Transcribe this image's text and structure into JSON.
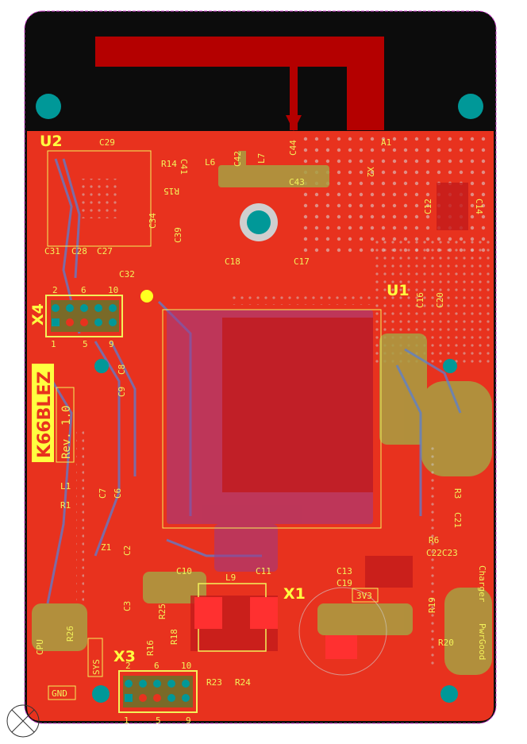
{
  "board": {
    "name": "K66BLEZ",
    "revision": "Rev. 1.0",
    "colors": {
      "background": "#ffffff",
      "board_red": "#e8321e",
      "dark_red": "#b00000",
      "black_band": "#0c0c0c",
      "trace_olive": "#a8a042",
      "trace_blue": "#5a7fd2",
      "mount_hole": "#009898",
      "silk_yellow": "#f2f25a",
      "outline_magenta": "#d040d0"
    }
  },
  "labels": {
    "u1": "U1",
    "u2": "U2",
    "x1": "X1",
    "x3": "X3",
    "x4": "X4",
    "a1": "A1",
    "z1": "Z1",
    "l1": "L1",
    "l6": "L6",
    "l7": "L7",
    "l9": "L9",
    "r1": "R1",
    "r3": "R3",
    "r6": "R6",
    "r14": "R14",
    "r15": "R15",
    "r16": "R16",
    "r18": "R18",
    "r19": "R19",
    "r20": "R20",
    "r23": "R23",
    "r24": "R24",
    "r25": "R25",
    "r26": "R26",
    "c2": "C2",
    "c3": "C3",
    "c6": "C6",
    "c7": "C7",
    "c8": "C8",
    "c9": "C9",
    "c10": "C10",
    "c11": "C11",
    "c12": "C12",
    "c13": "C13",
    "c14": "C14",
    "c16": "C16",
    "c17": "C17",
    "c18": "C18",
    "c19": "C19",
    "c20": "C20",
    "c21": "C21",
    "c22c23": "C22C23",
    "c27": "C27",
    "c28": "C28",
    "c29": "C29",
    "c31": "C31",
    "c32": "C32",
    "c34": "C34",
    "c39": "C39",
    "c41": "C41",
    "c42": "C42",
    "c43": "C43",
    "c44": "C44",
    "x2": "X2",
    "charger": "Charger",
    "power_good": "PwrGood",
    "cpu": "CPU",
    "sys": "SYS",
    "gnd": "GND",
    "v3v3": "3V3",
    "x4_pin_top": [
      "2",
      "6",
      "10"
    ],
    "x4_pin_bottom": [
      "1",
      "5",
      "9"
    ],
    "x3_pin_top": [
      "2",
      "6",
      "10"
    ],
    "x3_pin_bottom": [
      "1",
      "5",
      "9"
    ]
  }
}
